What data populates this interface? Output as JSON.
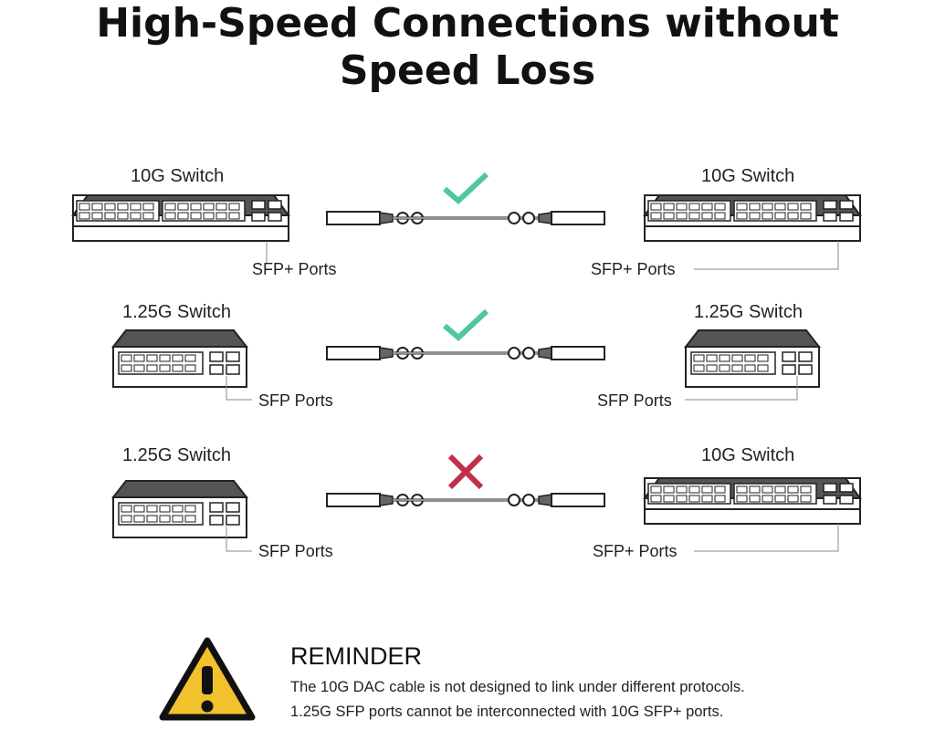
{
  "title": {
    "line1": "High-Speed Connections without",
    "line2": "Speed Loss"
  },
  "rows": [
    {
      "left_switch": "10G Switch",
      "left_ports": "SFP+ Ports",
      "right_switch": "10G Switch",
      "right_ports": "SFP+ Ports",
      "status": "compatible-check-icon"
    },
    {
      "left_switch": "1.25G Switch",
      "left_ports": "SFP Ports",
      "right_switch": "1.25G Switch",
      "right_ports": "SFP Ports",
      "status": "compatible-check-icon"
    },
    {
      "left_switch": "1.25G Switch",
      "left_ports": "SFP Ports",
      "right_switch": "10G Switch",
      "right_ports": "SFP+ Ports",
      "status": "incompatible-cross-icon"
    }
  ],
  "reminder": {
    "heading": "REMINDER",
    "line1": "The 10G DAC cable is not designed to link under different protocols.",
    "line2": "1.25G SFP ports cannot be interconnected with 10G SFP+ ports."
  },
  "colors": {
    "check": "#4fc6a4",
    "cross": "#c0304a",
    "warning": "#f2c12e",
    "line": "#333333"
  }
}
